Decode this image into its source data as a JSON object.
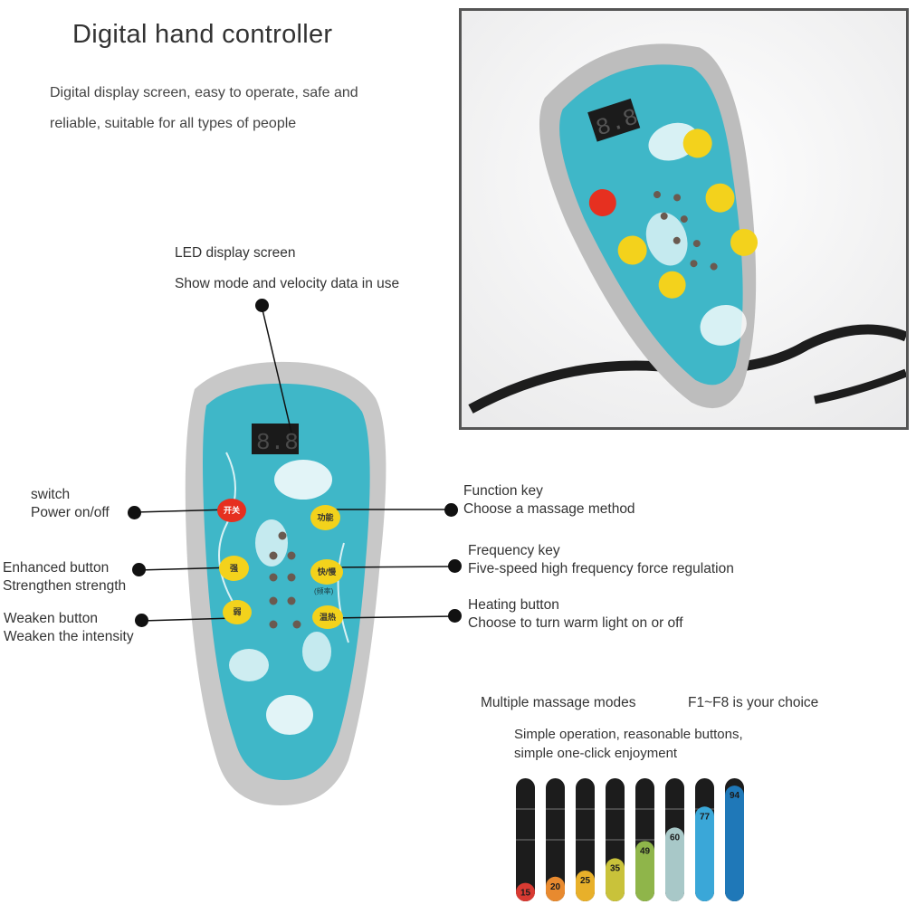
{
  "header": {
    "title": "Digital hand controller",
    "desc_line1": "Digital display screen, easy to operate, safe and",
    "desc_line2": "reliable, suitable for all types of people"
  },
  "callouts": {
    "led": {
      "line1": "LED display screen",
      "line2": "Show mode and velocity data in use"
    },
    "switch": {
      "line1": "switch",
      "line2": "Power on/off"
    },
    "enhanced": {
      "line1": "Enhanced button",
      "line2": "Strengthen strength"
    },
    "weaken": {
      "line1": "Weaken button",
      "line2": "Weaken the intensity"
    },
    "function": {
      "line1": "Function key",
      "line2": "Choose a massage method"
    },
    "frequency": {
      "line1": "Frequency key",
      "line2": "Five-speed high frequency force regulation"
    },
    "heating": {
      "line1": "Heating button",
      "line2": "Choose to turn warm light on or off"
    }
  },
  "controller": {
    "display": "8.8",
    "buttons": {
      "power": "开关",
      "function": "功能",
      "strong": "强",
      "speed": "快/慢",
      "speed_sub": "(频率)",
      "weak": "弱",
      "heat": "温热"
    }
  },
  "modes": {
    "headline_left": "Multiple massage modes",
    "headline_right": "F1~F8 is your choice",
    "sub_line1": "Simple operation, reasonable buttons,",
    "sub_line2": "simple one-click enjoyment"
  },
  "levels": [
    {
      "value": "15",
      "fill": 0.15,
      "color": "#d83a32"
    },
    {
      "value": "20",
      "fill": 0.2,
      "color": "#e88a2f"
    },
    {
      "value": "25",
      "fill": 0.25,
      "color": "#e8b02a"
    },
    {
      "value": "35",
      "fill": 0.35,
      "color": "#c9c23a"
    },
    {
      "value": "49",
      "fill": 0.49,
      "color": "#8fb54a"
    },
    {
      "value": "60",
      "fill": 0.6,
      "color": "#a8c8c8"
    },
    {
      "value": "77",
      "fill": 0.77,
      "color": "#3aa7d8"
    },
    {
      "value": "94",
      "fill": 0.94,
      "color": "#1f78b8"
    }
  ],
  "colors": {
    "panel": "#3fb7c8",
    "shell": "#c9c9c9",
    "power_button": "#e63020",
    "yellow_button": "#f3d21c"
  }
}
